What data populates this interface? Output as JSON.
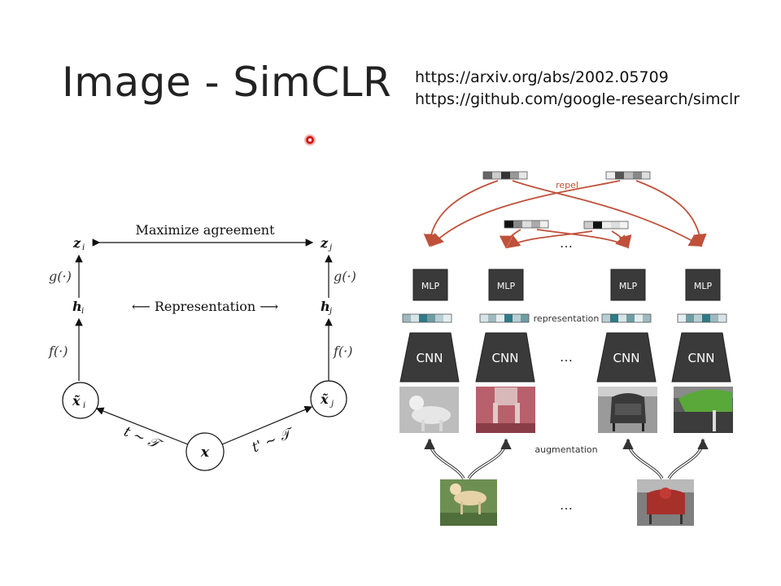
{
  "slide": {
    "title": "Image - SimCLR",
    "links": [
      "https://arxiv.org/abs/2002.05709",
      "https://github.com/google-research/simclr"
    ]
  },
  "left_diagram": {
    "top_label": "Maximize agreement",
    "middle_label": "Representation",
    "left": {
      "z": "z",
      "z_sub": "i",
      "g": "g(·)",
      "h": "h",
      "h_sub": "i",
      "f": "f(·)",
      "x": "x̃",
      "x_sub": "i",
      "t": "t ~ 𝒯"
    },
    "right": {
      "z": "z",
      "z_sub": "j",
      "g": "g(·)",
      "h": "h",
      "h_sub": "j",
      "f": "f(·)",
      "x": "x̃",
      "x_sub": "j",
      "t": "t' ~ 𝒯"
    },
    "input": "x"
  },
  "right_diagram": {
    "repel_label": "repel",
    "representation_label": "representation",
    "augmentation_label": "augmentation",
    "mlp_label": "MLP",
    "cnn_label": "CNN",
    "ellipsis": "…",
    "colors": {
      "block": "#3a3a3a",
      "arrow": "#c0503a",
      "teal": "#2f7a86"
    }
  }
}
